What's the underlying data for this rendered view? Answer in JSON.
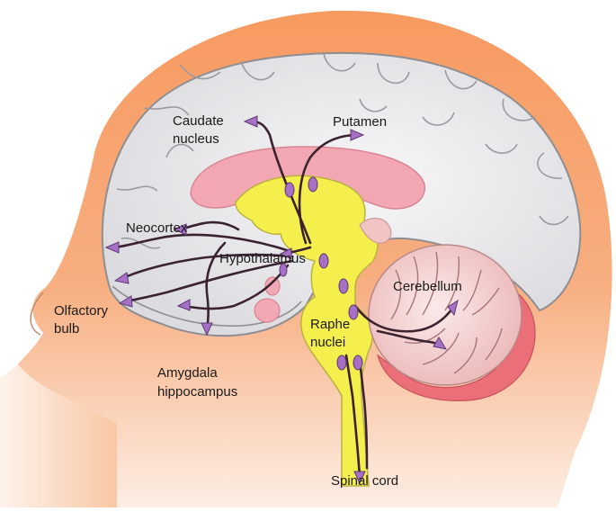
{
  "labels": {
    "caudate_line1": "Caudate",
    "caudate_line2": "nucleus",
    "putamen": "Putamen",
    "neocortex": "Neocortex",
    "hypothalamus": "Hypothalamus",
    "olfactory_line1": "Olfactory",
    "olfactory_line2": "bulb",
    "cerebellum": "Cerebellum",
    "raphe_line1": "Raphe",
    "raphe_line2": "nuclei",
    "amygdala_line1": "Amygdala",
    "amygdala_line2": "hippocampus",
    "spinal_cord": "Spinal cord"
  },
  "colors": {
    "skin": "#f7a874",
    "skin_fade": "#fde7d6",
    "cortex": "#e9e9eb",
    "cortex_outline": "#9a9a9e",
    "brainstem": "#f4ee4c",
    "corpus_callosum": "#f2a9b3",
    "cerebellum": "#f2c4c4",
    "cerebellum_rim": "#e8707a",
    "pathway": "#3b2230",
    "nuclei": "#a86fc7"
  }
}
